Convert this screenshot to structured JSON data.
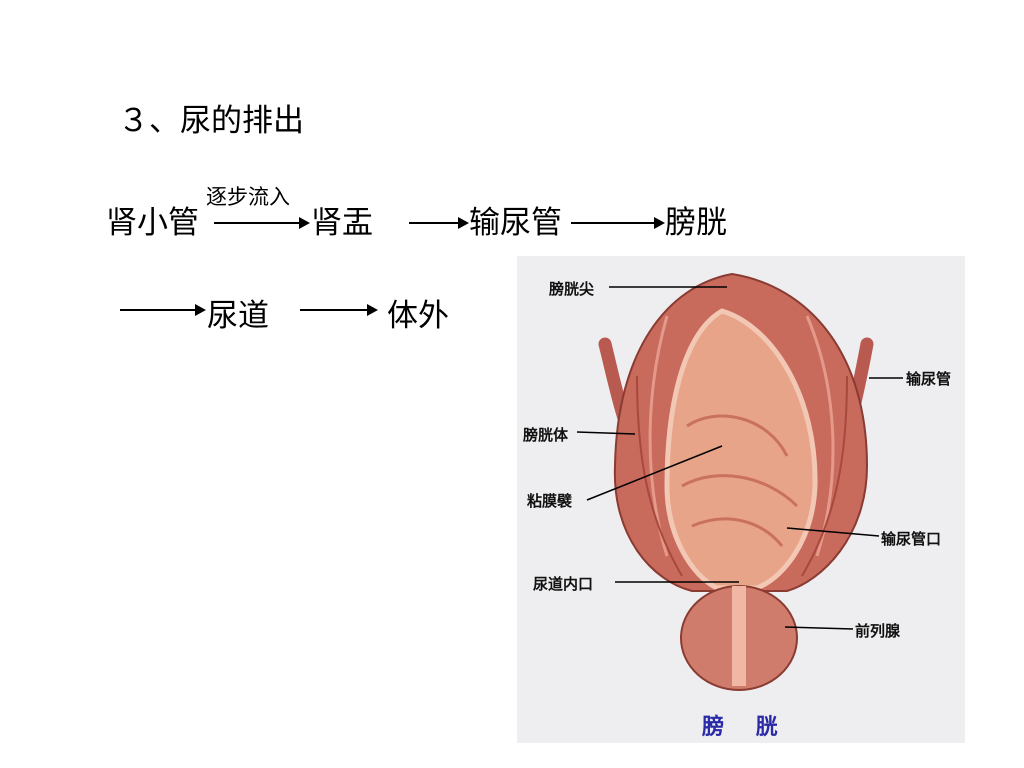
{
  "slide": {
    "title": "３、尿的排出",
    "flow": {
      "step1": "肾小管",
      "step1_arrow_label": "逐步流入",
      "step2": "肾盂",
      "step3": "输尿管",
      "step4": "膀胱",
      "step5": "尿道",
      "step6": "体外"
    }
  },
  "figure": {
    "caption": "膀 胱",
    "labels": {
      "apex": "膀胱尖",
      "ureter": "输尿管",
      "body": "膀胱体",
      "mucosa_folds": "粘膜襞",
      "ureteric_orifice": "输尿管口",
      "internal_urethral_orifice": "尿道内口",
      "prostate": "前列腺"
    },
    "colors": {
      "background": "#eeeef0",
      "muscle": "#c86a5c",
      "inner": "#e8a488",
      "caption": "#2a2aa8"
    }
  }
}
